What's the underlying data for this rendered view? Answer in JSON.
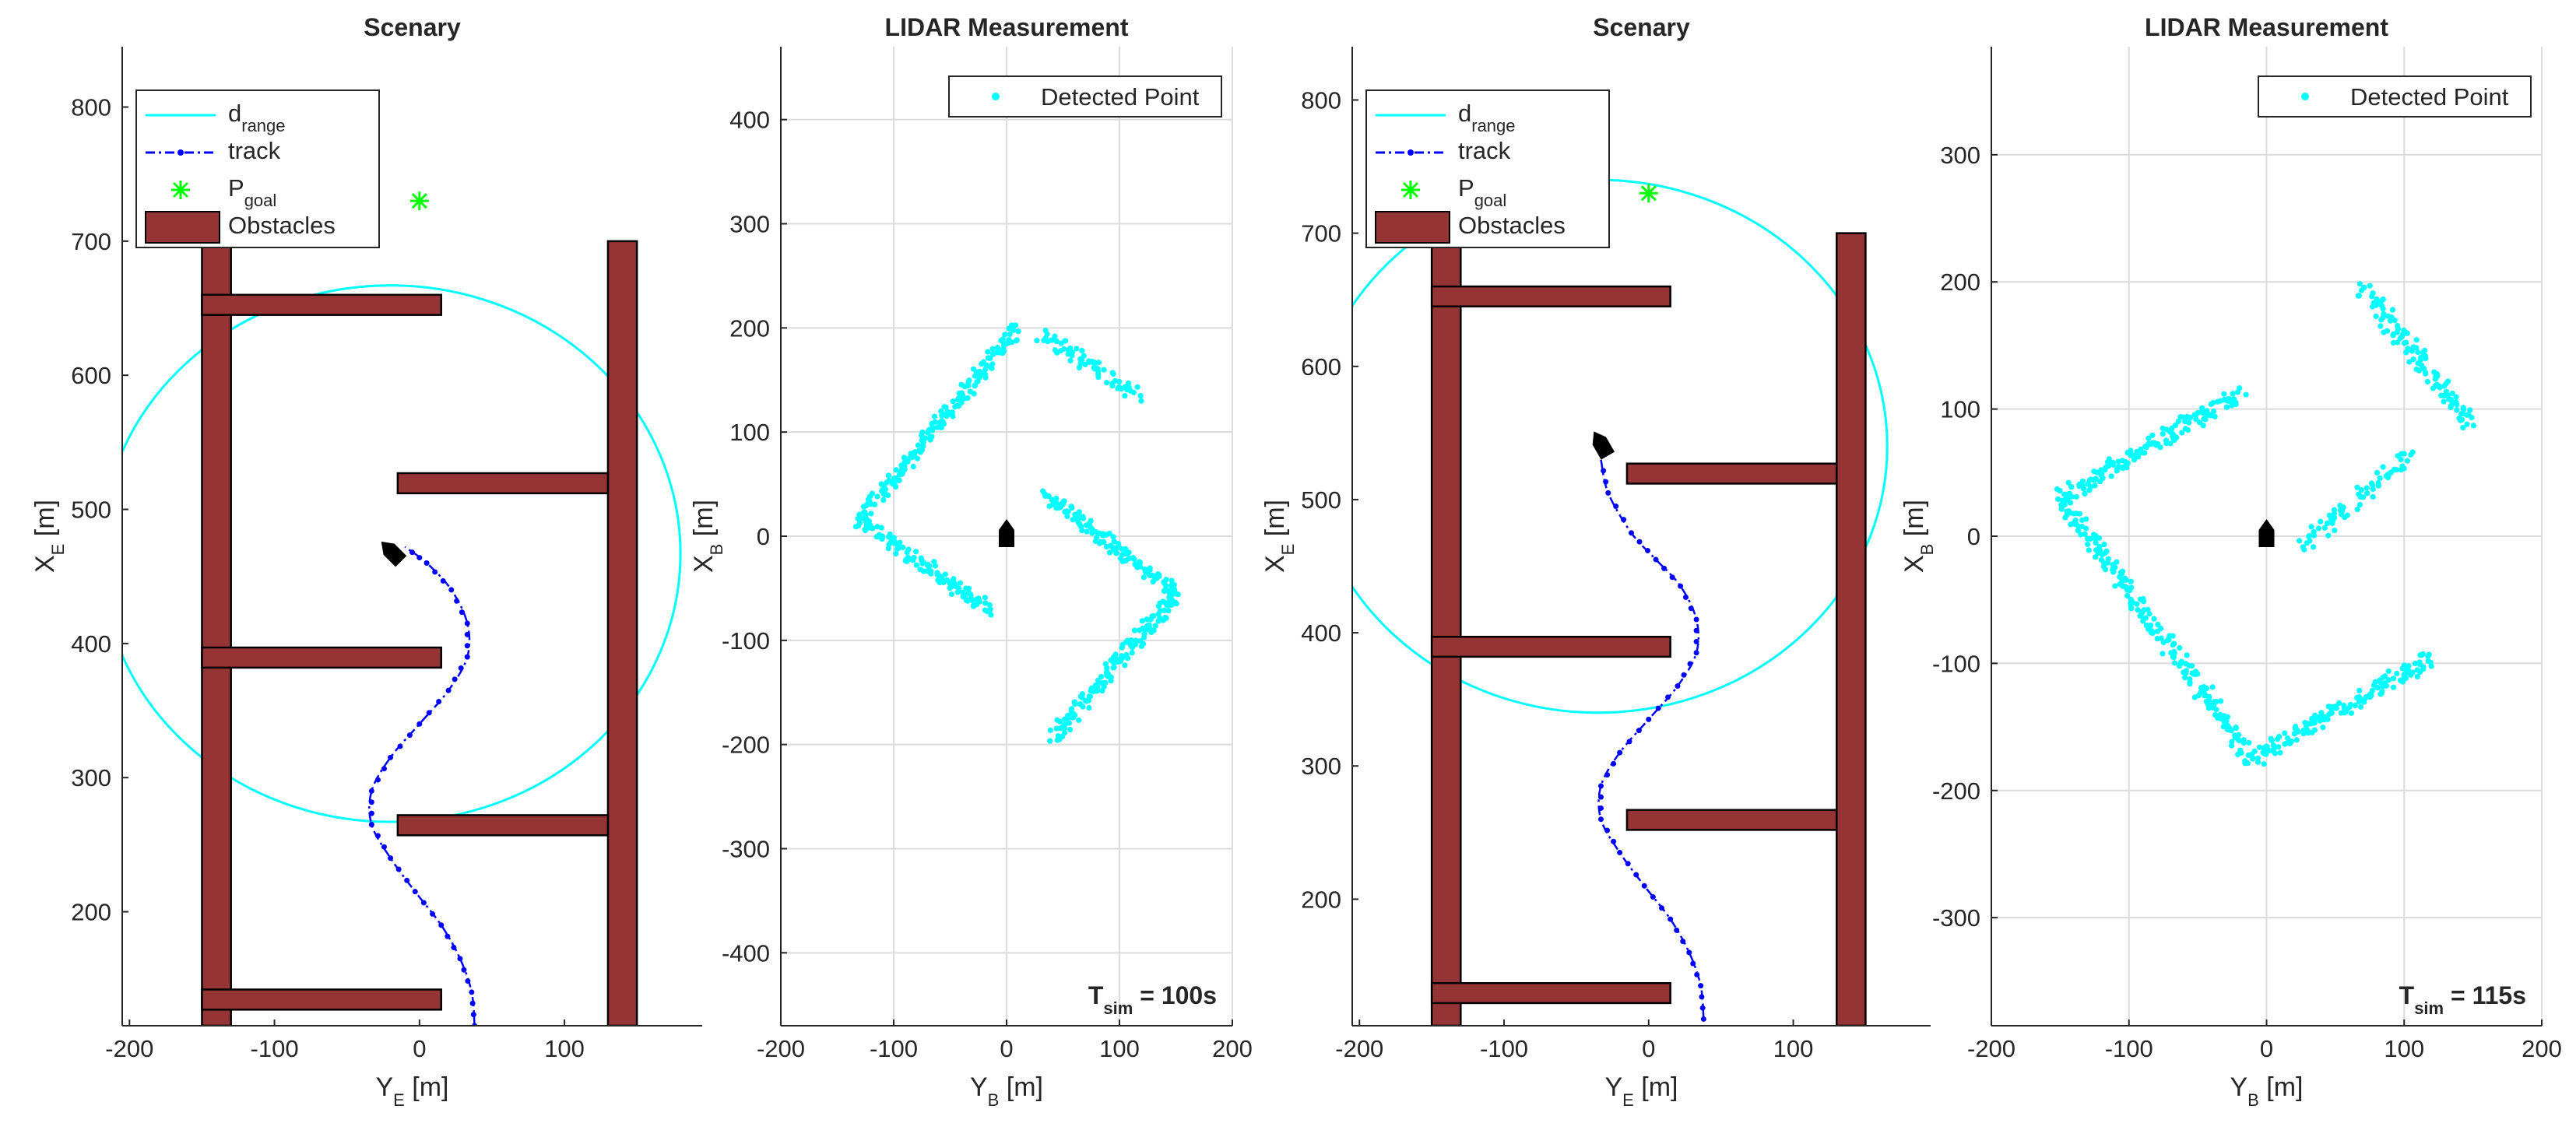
{
  "chart_data": [
    {
      "type": "map",
      "title": "Scenary",
      "xlabel": {
        "main": "Y",
        "sub": "E",
        "unit": " [m]"
      },
      "ylabel": {
        "main": "X",
        "sub": "E",
        "unit": " [m]"
      },
      "xlim": [
        -205,
        195
      ],
      "ylim": [
        115,
        845
      ],
      "xticks": [
        -200,
        -100,
        0,
        100
      ],
      "yticks": [
        200,
        300,
        400,
        500,
        600,
        700,
        800
      ],
      "grid": false,
      "legend": {
        "position": "top-left",
        "entries": [
          {
            "main": "d",
            "sub": "range",
            "kind": "line",
            "color": "#00ffff"
          },
          {
            "main": "track",
            "sub": "",
            "kind": "dashdot",
            "color": "#0000ff"
          },
          {
            "main": "P",
            "sub": "goal",
            "kind": "star",
            "color": "#00ff00"
          },
          {
            "main": "Obstacles",
            "sub": "",
            "kind": "patch",
            "color": "#943434"
          }
        ]
      },
      "obstacles": [
        {
          "y": [
            -150,
            -130
          ],
          "x": [
            115,
            700
          ]
        },
        {
          "y": [
            130,
            150
          ],
          "x": [
            115,
            700
          ]
        },
        {
          "y": [
            -150,
            15
          ],
          "x": [
            645,
            660
          ]
        },
        {
          "y": [
            -15,
            130
          ],
          "x": [
            512,
            527
          ]
        },
        {
          "y": [
            -150,
            15
          ],
          "x": [
            382,
            397
          ]
        },
        {
          "y": [
            -15,
            130
          ],
          "x": [
            257,
            272
          ]
        },
        {
          "y": [
            -150,
            15
          ],
          "x": [
            127,
            142
          ]
        }
      ],
      "range_circle": {
        "center_y": -20,
        "center_x": 467,
        "radius": 200,
        "color": "#00ffff"
      },
      "goal": {
        "y": 0,
        "x": 730
      },
      "track": [
        [
          38,
          115
        ],
        [
          36,
          140
        ],
        [
          28,
          165
        ],
        [
          15,
          190
        ],
        [
          -3,
          215
        ],
        [
          -20,
          240
        ],
        [
          -33,
          265
        ],
        [
          -33,
          290
        ],
        [
          -20,
          315
        ],
        [
          0,
          340
        ],
        [
          20,
          365
        ],
        [
          33,
          390
        ],
        [
          33,
          415
        ],
        [
          22,
          440
        ],
        [
          5,
          460
        ],
        [
          -10,
          472
        ]
      ],
      "vehicle": {
        "y": -18,
        "x": 467,
        "heading_deg": 135
      }
    },
    {
      "type": "scatter",
      "title": "LIDAR Measurement",
      "xlabel": {
        "main": "Y",
        "sub": "B",
        "unit": " [m]"
      },
      "ylabel": {
        "main": "X",
        "sub": "B",
        "unit": " [m]"
      },
      "xlim": [
        -200,
        200
      ],
      "ylim": [
        -470,
        470
      ],
      "xticks": [
        -200,
        -100,
        0,
        100,
        200
      ],
      "yticks": [
        -400,
        -300,
        -200,
        -100,
        0,
        100,
        200,
        300,
        400
      ],
      "grid": true,
      "legend": {
        "position": "top-right",
        "entries": [
          {
            "main": "Detected Point",
            "sub": "",
            "kind": "dot",
            "color": "#00ffff"
          }
        ]
      },
      "series": [
        {
          "name": "Detected Point",
          "color": "#00ffff",
          "segments": [
            {
              "from": [
                -15,
                -72
              ],
              "to": [
                -130,
                15
              ],
              "n": 120
            },
            {
              "from": [
                -130,
                15
              ],
              "to": [
                10,
                200
              ],
              "n": 180
            },
            {
              "from": [
                30,
                195
              ],
              "to": [
                115,
                135
              ],
              "n": 70
            },
            {
              "from": [
                35,
                40
              ],
              "to": [
                150,
                -55
              ],
              "n": 130
            },
            {
              "from": [
                150,
                -55
              ],
              "to": [
                40,
                -195
              ],
              "n": 150
            }
          ]
        }
      ],
      "vehicle": {
        "y": 0,
        "x": 0,
        "heading_deg": 90
      },
      "annotation": {
        "prefix": "T",
        "sub": "sim",
        "text": " = 100s"
      }
    },
    {
      "type": "map",
      "title": "Scenary",
      "xlabel": {
        "main": "Y",
        "sub": "E",
        "unit": " [m]"
      },
      "ylabel": {
        "main": "X",
        "sub": "E",
        "unit": " [m]"
      },
      "xlim": [
        -205,
        195
      ],
      "ylim": [
        105,
        840
      ],
      "xticks": [
        -200,
        -100,
        0,
        100
      ],
      "yticks": [
        200,
        300,
        400,
        500,
        600,
        700,
        800
      ],
      "grid": false,
      "legend": {
        "position": "top-left",
        "entries": [
          {
            "main": "d",
            "sub": "range",
            "kind": "line",
            "color": "#00ffff"
          },
          {
            "main": "track",
            "sub": "",
            "kind": "dashdot",
            "color": "#0000ff"
          },
          {
            "main": "P",
            "sub": "goal",
            "kind": "star",
            "color": "#00ff00"
          },
          {
            "main": "Obstacles",
            "sub": "",
            "kind": "patch",
            "color": "#943434"
          }
        ]
      },
      "obstacles": [
        {
          "y": [
            -150,
            -130
          ],
          "x": [
            105,
            700
          ]
        },
        {
          "y": [
            130,
            150
          ],
          "x": [
            105,
            700
          ]
        },
        {
          "y": [
            -150,
            15
          ],
          "x": [
            645,
            660
          ]
        },
        {
          "y": [
            -15,
            130
          ],
          "x": [
            512,
            527
          ]
        },
        {
          "y": [
            -150,
            15
          ],
          "x": [
            382,
            397
          ]
        },
        {
          "y": [
            -15,
            130
          ],
          "x": [
            252,
            267
          ]
        },
        {
          "y": [
            -150,
            15
          ],
          "x": [
            122,
            137
          ]
        }
      ],
      "range_circle": {
        "center_y": -35,
        "center_x": 540,
        "radius": 200,
        "color": "#00ffff"
      },
      "goal": {
        "y": 0,
        "x": 730
      },
      "track": [
        [
          38,
          110
        ],
        [
          36,
          135
        ],
        [
          28,
          160
        ],
        [
          15,
          185
        ],
        [
          -3,
          210
        ],
        [
          -20,
          235
        ],
        [
          -33,
          260
        ],
        [
          -33,
          285
        ],
        [
          -20,
          310
        ],
        [
          0,
          335
        ],
        [
          20,
          360
        ],
        [
          33,
          385
        ],
        [
          33,
          410
        ],
        [
          22,
          435
        ],
        [
          5,
          455
        ],
        [
          -12,
          475
        ],
        [
          -28,
          505
        ],
        [
          -33,
          530
        ]
      ],
      "vehicle": {
        "y": -32,
        "x": 540,
        "heading_deg": 120
      },
      "annotation": null
    },
    {
      "type": "scatter",
      "title": "LIDAR Measurement",
      "xlabel": {
        "main": "Y",
        "sub": "B",
        "unit": " [m]"
      },
      "ylabel": {
        "main": "X",
        "sub": "B",
        "unit": " [m]"
      },
      "xlim": [
        -200,
        200
      ],
      "ylim": [
        -385,
        385
      ],
      "xticks": [
        -200,
        -100,
        0,
        100,
        200
      ],
      "yticks": [
        -300,
        -200,
        -100,
        0,
        100,
        200,
        300
      ],
      "grid": true,
      "legend": {
        "position": "top-right",
        "entries": [
          {
            "main": "Detected Point",
            "sub": "",
            "kind": "dot",
            "color": "#00ffff"
          }
        ]
      },
      "series": [
        {
          "name": "Detected Point",
          "color": "#00ffff",
          "segments": [
            {
              "from": [
                -20,
                112
              ],
              "to": [
                -150,
                30
              ],
              "n": 150
            },
            {
              "from": [
                -150,
                30
              ],
              "to": [
                -10,
                -175
              ],
              "n": 210
            },
            {
              "from": [
                -10,
                -175
              ],
              "to": [
                120,
                -95
              ],
              "n": 150
            },
            {
              "from": [
                70,
                195
              ],
              "to": [
                148,
                88
              ],
              "n": 120
            },
            {
              "from": [
                25,
                -8
              ],
              "to": [
                105,
                65
              ],
              "n": 70
            }
          ]
        }
      ],
      "vehicle": {
        "y": 0,
        "x": 0,
        "heading_deg": 90
      },
      "annotation": {
        "prefix": "T",
        "sub": "sim",
        "text": " = 115s"
      }
    }
  ]
}
